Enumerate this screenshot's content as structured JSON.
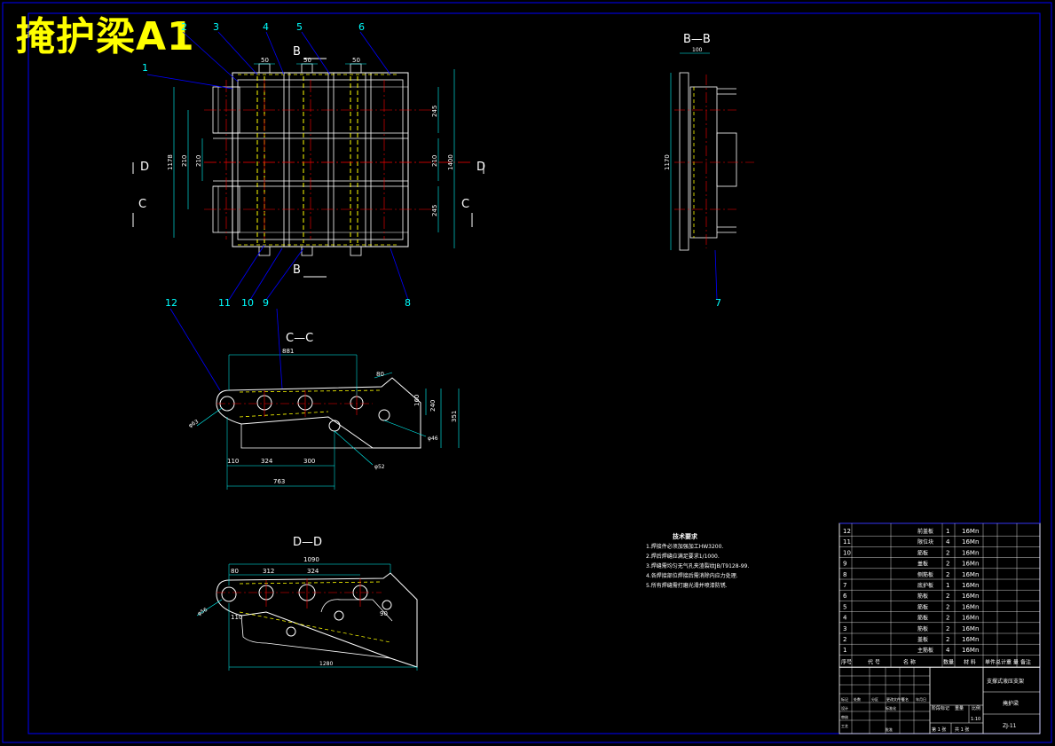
{
  "drawing_title": "掩护梁A1",
  "balloons": [
    "1",
    "2",
    "3",
    "4",
    "5",
    "6",
    "7",
    "8",
    "9",
    "10",
    "11",
    "12"
  ],
  "section_labels": {
    "bb": "B—B",
    "cc": "C—C",
    "dd": "D—D",
    "d": "D",
    "c": "C",
    "b": "B"
  },
  "top_view_dims": {
    "d50_1": "50",
    "d50_2": "50",
    "d50_3": "50",
    "d245_top": "245",
    "d245_bot": "245",
    "d1400": "1400",
    "d1178": "1178",
    "d210_left": "210",
    "d210_right": "210"
  },
  "bb_dims": {
    "d1170": "1170",
    "d100": "100"
  },
  "cc_dims": {
    "d881": "881",
    "d80": "80",
    "d160": "160",
    "d240": "240",
    "d351": "351",
    "d110": "110",
    "d324": "324",
    "d300": "300",
    "d763": "763",
    "phi63": "φ63",
    "phi52": "φ52",
    "phi46": "φ46"
  },
  "dd_dims": {
    "d1090": "1090",
    "d80": "80",
    "d312": "312",
    "d324": "324",
    "d110": "110",
    "d90": "90",
    "d1280": "1280",
    "phi56": "φ56"
  },
  "tech_notes": {
    "title": "技术要求",
    "items": [
      "1.焊接件必须加强加工HW3200.",
      "2.焊后焊缝应满足要求1/1000.",
      "3.焊缝需均匀无气孔夹渣裂纹JB/T9128-99.",
      "4.各焊接部位焊接后需消除内应力处理.",
      "5.所有焊缝需打磨光滑并喷漆防锈."
    ]
  },
  "bom": {
    "rows": [
      {
        "no": "12",
        "name": "前盖板",
        "qty": "1",
        "material": "16Mn"
      },
      {
        "no": "11",
        "name": "限位块",
        "qty": "4",
        "material": "16Mn"
      },
      {
        "no": "10",
        "name": "筋板",
        "qty": "2",
        "material": "16Mn"
      },
      {
        "no": "9",
        "name": "盖板",
        "qty": "2",
        "material": "16Mn"
      },
      {
        "no": "8",
        "name": "侧筋板",
        "qty": "2",
        "material": "16Mn"
      },
      {
        "no": "7",
        "name": "底护板",
        "qty": "1",
        "material": "16Mn"
      },
      {
        "no": "6",
        "name": "筋板",
        "qty": "2",
        "material": "16Mn"
      },
      {
        "no": "5",
        "name": "筋板",
        "qty": "2",
        "material": "16Mn"
      },
      {
        "no": "4",
        "name": "筋板",
        "qty": "2",
        "material": "16Mn"
      },
      {
        "no": "3",
        "name": "筋板",
        "qty": "2",
        "material": "16Mn"
      },
      {
        "no": "2",
        "name": "盖板",
        "qty": "2",
        "material": "16Mn"
      },
      {
        "no": "1",
        "name": "主筋板",
        "qty": "4",
        "material": "16Mn"
      }
    ],
    "header": {
      "no": "序号",
      "code": "代 号",
      "name": "名 称",
      "qty": "数量",
      "material": "材 料",
      "weight": "单件总计重 量",
      "remark": "备注"
    }
  },
  "title_block": {
    "project": "支撑式液压支架",
    "part": "掩护梁",
    "scale": "1:10",
    "sheet": "第 1 张",
    "total": "共 1 张",
    "drawing_no": "ZJ-11",
    "stage": "阶段标记",
    "weight": "重量",
    "ratio": "比例",
    "design": "设计",
    "check": "审核",
    "process": "工艺",
    "approve": "批准",
    "std": "标准化",
    "sign": "签名",
    "date": "年月日",
    "mark": "标记",
    "count": "处数",
    "zone": "分区",
    "doc": "更改文件号"
  },
  "colors": {
    "frame": "#0000ff",
    "outline": "#ffffff",
    "hidden": "#ffff00",
    "center": "#ff0000",
    "dimension": "#00ffff",
    "leader": "#0000ff"
  }
}
